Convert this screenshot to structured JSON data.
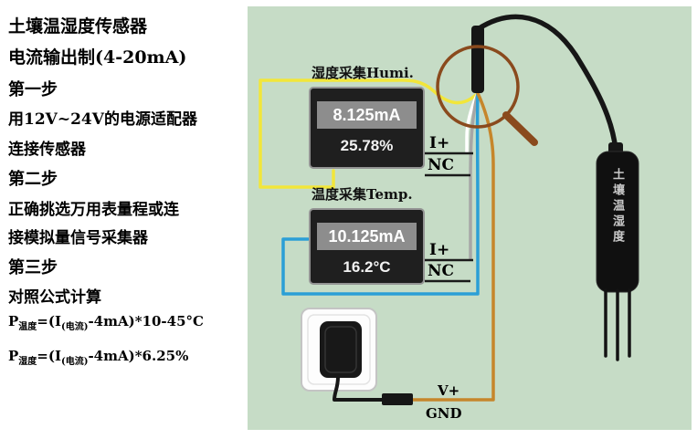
{
  "instructions": {
    "lines": [
      "土壤温湿度传感器",
      "电流输出制(4-20mA)",
      "第一步",
      "用12V~24V的电源适配器",
      "连接传感器",
      "第二步",
      "正确挑选万用表量程或连",
      "接模拟量信号采集器",
      "第三步",
      "对照公式计算"
    ],
    "formula_temperature": {
      "base": "P",
      "base_sub": "温度",
      "mid": "=(I",
      "mid_sub": "(电流)",
      "rest": "-4mA)*10-45°C"
    },
    "formula_humidity": {
      "base": "P",
      "base_sub": "湿度",
      "mid": "=(I",
      "mid_sub": "(电流)",
      "rest": "-4mA)*6.25%"
    }
  },
  "diagram": {
    "panel_color": "#c6dcc6",
    "magnifier_color": "#8a4a1d",
    "humidity_meter": {
      "title": "湿度采集Humi.",
      "current_reading": "8.125mA",
      "value_reading": "25.78%",
      "terminal_top": "I+",
      "terminal_bottom": "NC"
    },
    "temperature_meter": {
      "title": "温度采集Temp.",
      "current_reading": "10.125mA",
      "value_reading": "16.2°C",
      "terminal_top": "I+",
      "terminal_bottom": "NC"
    },
    "sensor": {
      "label": "土壤温湿度"
    },
    "power": {
      "positive": "V+",
      "ground": "GND"
    },
    "wire_colors": {
      "humidity_loop": "#f2e63a",
      "current_white": "#ffffff",
      "temperature_current": "#a6a6a6",
      "temperature_loop": "#2b9fd6",
      "power_positive": "#c6862b",
      "cable_black": "#161616"
    }
  }
}
